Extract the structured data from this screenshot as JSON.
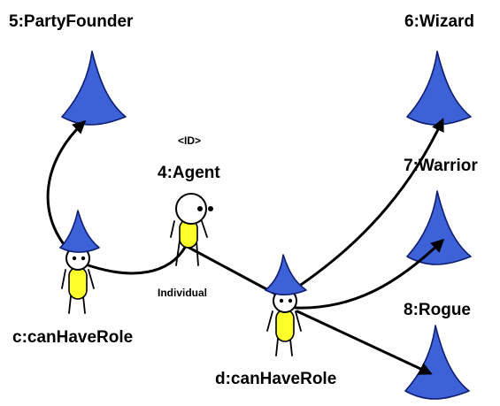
{
  "nodes": {
    "party_founder": "5:PartyFounder",
    "wizard": "6:Wizard",
    "warrior": "7:Warrior",
    "rogue": "8:Rogue",
    "agent": "4:Agent",
    "agent_stereotype": "<ID>",
    "agent_type": "Individual",
    "role_c": "c:canHaveRole",
    "role_d": "d:canHaveRole"
  },
  "colors": {
    "hat_fill": "#3d61d6",
    "hat_stroke": "#0f1e73",
    "body_fill": "#ffff2a",
    "edge": "#000000"
  },
  "icons": {
    "role_hat": "wizard-hat-icon",
    "person": "stick-figure-icon"
  }
}
